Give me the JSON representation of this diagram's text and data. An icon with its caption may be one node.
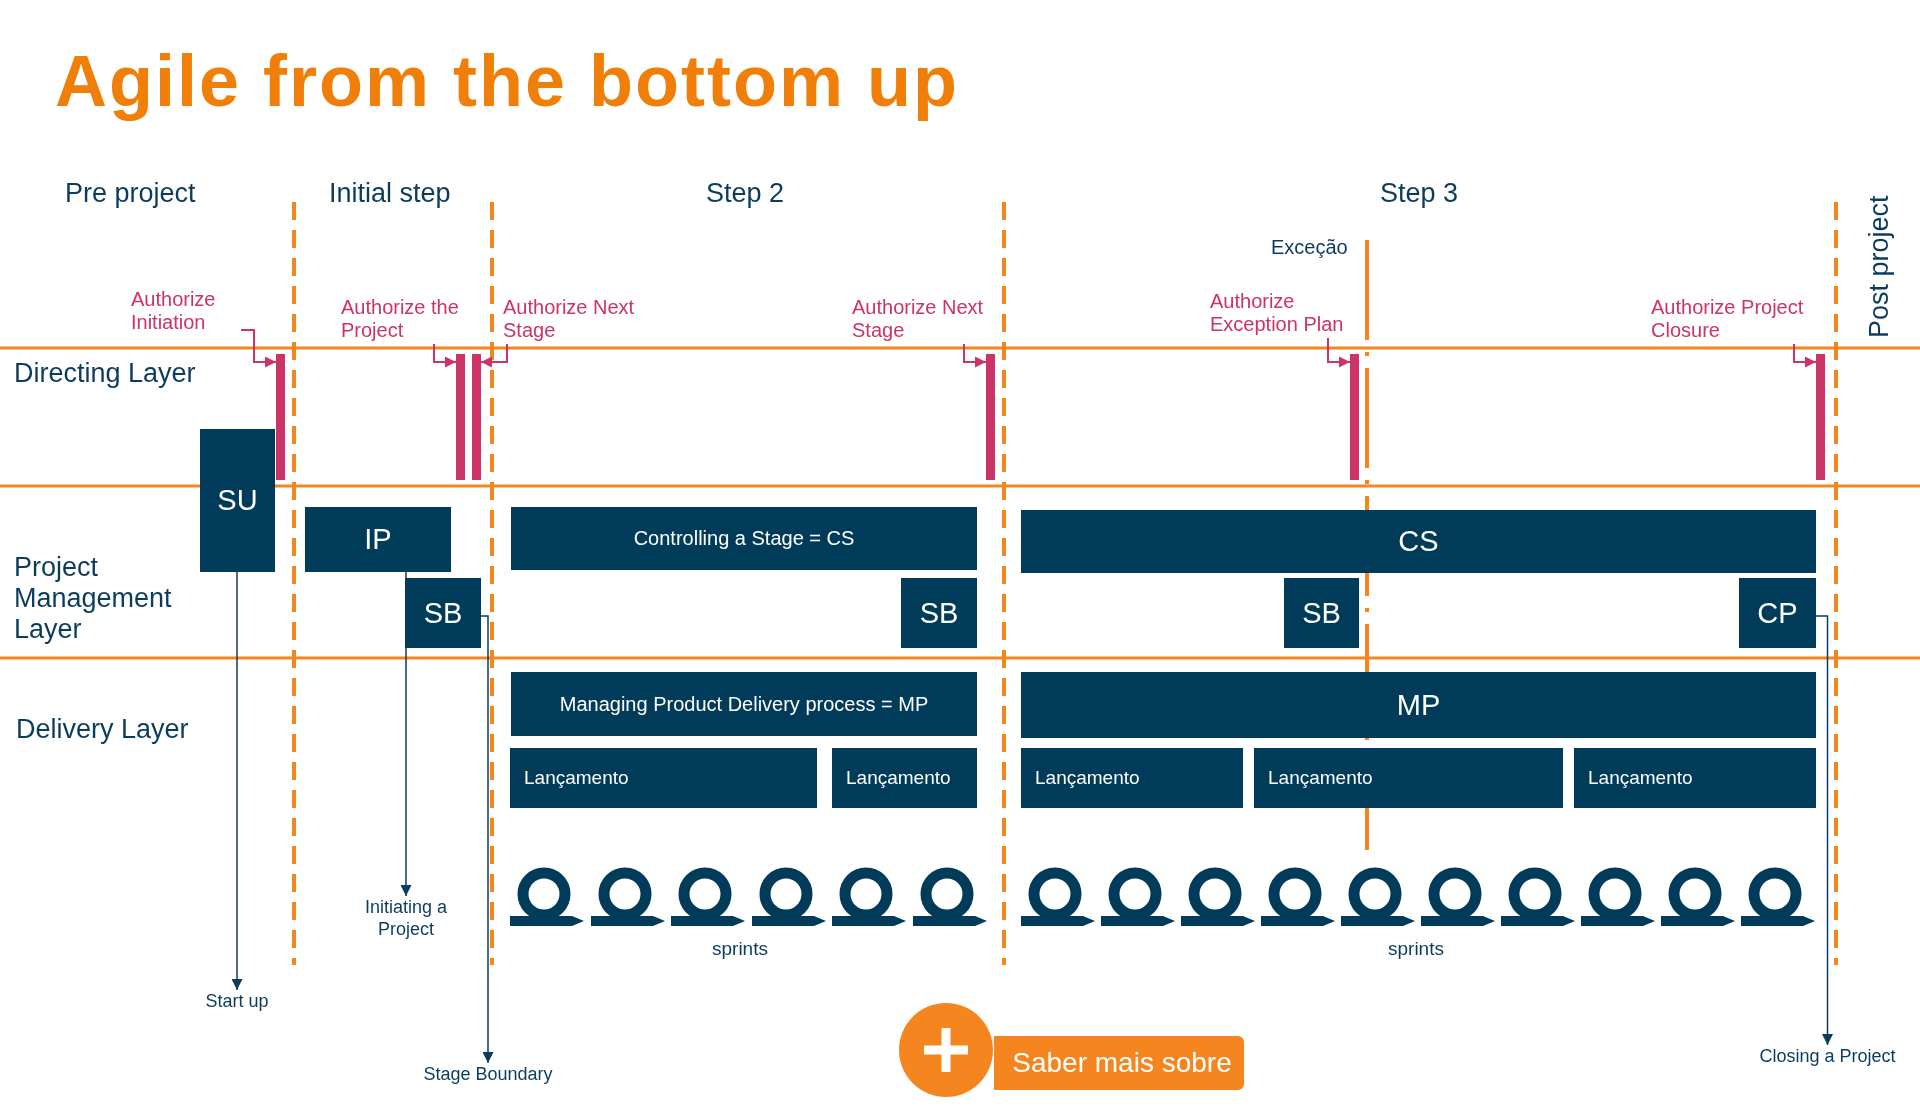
{
  "diagram": {
    "title": "Agile from the bottom up",
    "nodes": [
      {
        "text": [
          "Authorize Initiation"
        ]
      },
      {
        "text": [],
        "shape": "bar"
      },
      {
        "text": [
          "Authorize the Project"
        ]
      },
      {
        "text": [],
        "shape": "bar"
      },
      {
        "text": [
          "Authorize Next Stage"
        ]
      },
      {
        "text": [],
        "shape": "bar"
      },
      {
        "text": [
          "Authorize Next Stage"
        ]
      },
      {
        "text": [],
        "shape": "bar"
      },
      {
        "text": [
          "Authorize Exception Plan"
        ]
      },
      {
        "text": [],
        "shape": "bar"
      },
      {
        "text": [
          "Authorize Project Closure"
        ]
      },
      {
        "text": [],
        "shape": "bar"
      },
      {
        "text": [
          "SU"
        ]
      },
      {
        "text": [
          "IP"
        ]
      },
      {
        "text": [
          "SB"
        ]
      },
      {
        "text": [
          "Controlling a Stage = CS"
        ]
      },
      {
        "text": [
          "SB"
        ]
      },
      {
        "text": [
          "CS"
        ]
      },
      {
        "text": [
          "SB"
        ]
      },
      {
        "text": [
          "CP"
        ]
      },
      {
        "text": [
          "Managing Product Delivery process = MP"
        ]
      },
      {
        "text": [
          "MP"
        ]
      },
      {
        "text": [
          "Lançamento"
        ]
      },
      {
        "text": [
          "Lançamento"
        ]
      },
      {
        "text": [
          "Lançamento"
        ]
      },
      {
        "text": [
          "Lançamento"
        ]
      },
      {
        "text": [
          "Lançamento"
        ]
      },
      {
        "text": [
          "Start up"
        ]
      },
      {
        "text": [
          "Initiating a Project"
        ]
      },
      {
        "text": [
          "Stage Boundary"
        ]
      },
      {
        "text": [
          "Closing a Project"
        ]
      }
    ],
    "edges": [
      {
        "from": 0,
        "to": 1,
        "arrow": "to"
      },
      {
        "from": 2,
        "to": 3,
        "arrow": "to"
      },
      {
        "from": 4,
        "to": 5,
        "arrow": "to"
      },
      {
        "from": 6,
        "to": 7,
        "arrow": "to"
      },
      {
        "from": 8,
        "to": 9,
        "arrow": "to"
      },
      {
        "from": 10,
        "to": 11,
        "arrow": "to"
      },
      {
        "from": 12,
        "to": 27,
        "arrow": "to",
        "color": "#0b3c5d"
      },
      {
        "from": 13,
        "to": 28,
        "arrow": "to",
        "color": "#0b3c5d"
      },
      {
        "from": 14,
        "to": 29,
        "arrow": "to",
        "color": "#0b3c5d"
      },
      {
        "from": 19,
        "to": 30,
        "arrow": "to",
        "color": "#0b3c5d"
      }
    ],
    "labels": [
      "Pre project",
      "Initial step",
      "Step 2",
      "Step 3",
      "Post project",
      "Exceção",
      "Directing Layer",
      "Project Management Layer",
      "Delivery Layer",
      "sprints",
      "sprints",
      "Saber mais sobre"
    ]
  }
}
